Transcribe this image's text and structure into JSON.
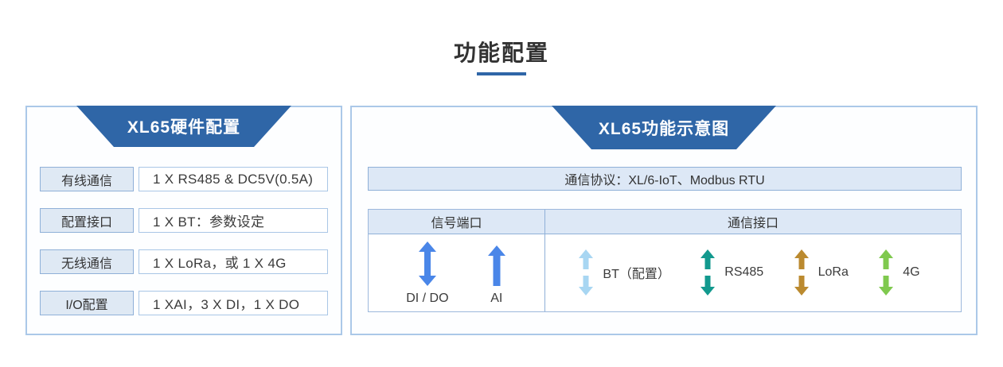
{
  "page": {
    "title": "功能配置"
  },
  "colors": {
    "accent_blue": "#2f66a7",
    "panel_border": "#abc8e8",
    "box_border": "#8fb0d8",
    "light_fill": "#dde8f6",
    "signal_arrow_blue": "#4a86e8",
    "bt_light_blue": "#a8d6f2",
    "rs485_teal": "#12998e",
    "lora_gold": "#bb8a2f",
    "g4_green": "#7fc94e"
  },
  "left_panel": {
    "header": "XL65硬件配置",
    "rows": [
      {
        "label": "有线通信",
        "value": "1 X RS485 & DC5V(0.5A)"
      },
      {
        "label": "配置接口",
        "value": "1 X BT：参数设定"
      },
      {
        "label": "无线通信",
        "value": "1 X LoRa，或 1 X 4G"
      },
      {
        "label": "I/O配置",
        "value": "1 XAI，3 X DI，1 X DO"
      }
    ]
  },
  "right_panel": {
    "header": "XL65功能示意图",
    "protocol": "通信协议：XL/6-IoT、Modbus RTU",
    "table": {
      "signal_header": "信号端口",
      "comm_header": "通信接口",
      "signal_items": [
        {
          "label": "DI / DO",
          "arrow": "double-arrow",
          "color": "#4a86e8"
        },
        {
          "label": "AI",
          "arrow": "up-arrow",
          "color": "#4a86e8"
        }
      ],
      "comm_items": [
        {
          "label": "BT（配置）",
          "arrow": "split-double-arrow",
          "color": "#a8d6f2"
        },
        {
          "label": "RS485",
          "arrow": "split-double-arrow",
          "color": "#12998e"
        },
        {
          "label": "LoRa",
          "arrow": "split-double-arrow",
          "color": "#bb8a2f"
        },
        {
          "label": "4G",
          "arrow": "split-double-arrow",
          "color": "#7fc94e"
        }
      ]
    }
  }
}
